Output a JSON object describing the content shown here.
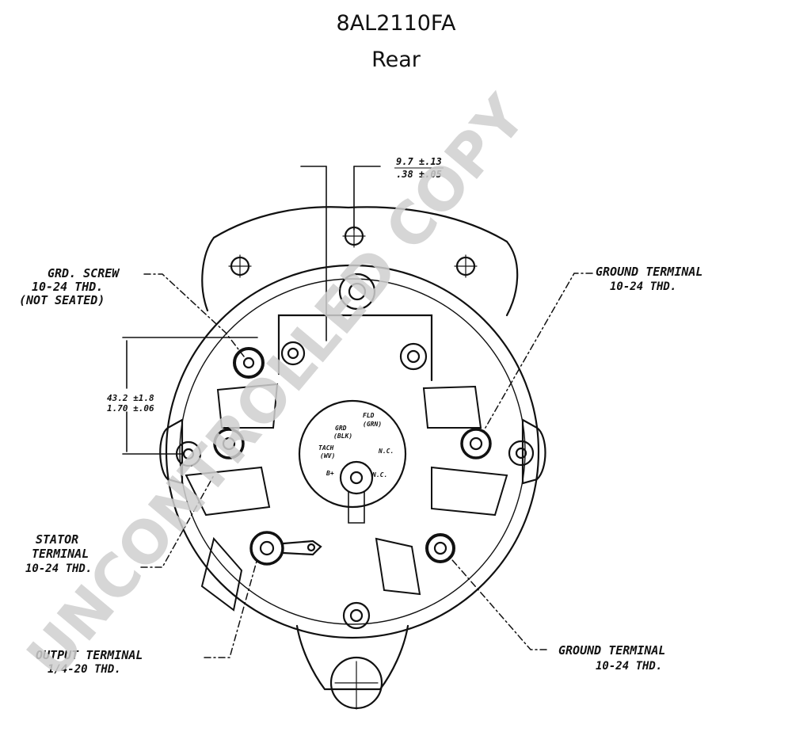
{
  "header": {
    "model": "8AL2110FA",
    "view": "Rear"
  },
  "labels": {
    "grd_screw": [
      "GRD. SCREW",
      "10-24 THD.",
      "(NOT SEATED)"
    ],
    "ground_terminal_top": [
      "GROUND TERMINAL",
      "10-24 THD."
    ],
    "stator_terminal": [
      "STATOR",
      "TERMINAL",
      "10-24 THD."
    ],
    "output_terminal": [
      "OUTPUT TERMINAL",
      "1/4-20 THD."
    ],
    "ground_terminal_bottom": [
      "GROUND TERMINAL",
      "10-24 THD."
    ]
  },
  "dimensions": {
    "top_offset": [
      "9.7 ±.13",
      ".38 ±.05"
    ],
    "vertical_offset": [
      "43.2 ±1.8",
      "1.70 ±.06"
    ]
  },
  "connector_labels": {
    "fld": "FLD",
    "fld_color": "(GRN)",
    "grd": "GRD",
    "grd_color": "(BLK)",
    "tach": "TACH",
    "tach_color": "(WV)",
    "nc_right": "N.C.",
    "b_plus": "B+",
    "nc_bottom": "N.C."
  },
  "watermark": "UNCONTROLLED COPY"
}
